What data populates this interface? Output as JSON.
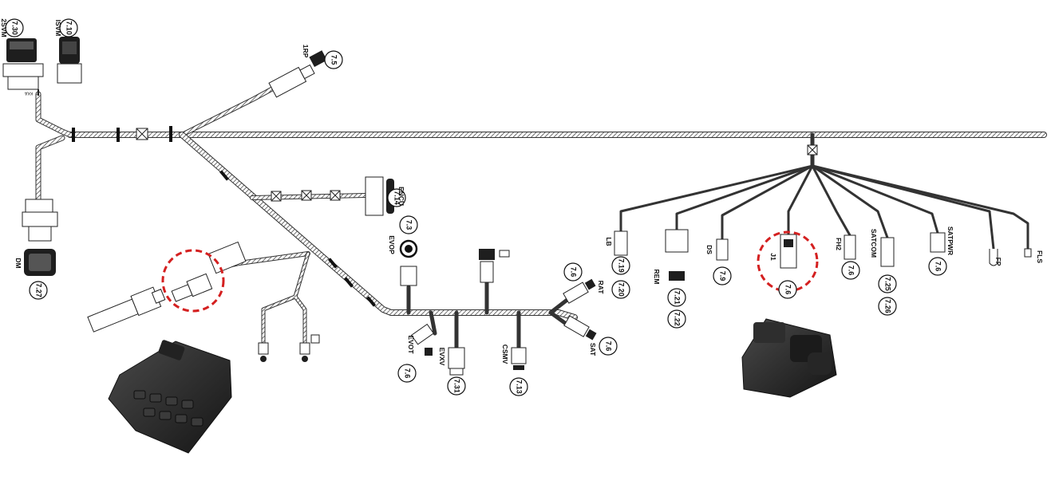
{
  "diagram": {
    "connector_labels": {
      "svm2": "2SVM",
      "isvm": "ISVM",
      "kka": "KKA",
      "irp": "1RP",
      "dm": "DM",
      "encu": "ENCU",
      "evop": "EVOP",
      "evot": "EVOT",
      "evxv": "EVXV",
      "csmv": "CSMV",
      "rat": "RAT",
      "sat": "SAT",
      "lb": "LB",
      "rem": "REM",
      "ds": "DS",
      "j1": "J1",
      "fh2": "FH2",
      "satcom": "SATCOM",
      "satpwr": "SATPWR",
      "fp": "FP",
      "fls": "FLS"
    },
    "section_refs": {
      "svm2": "7.30",
      "isvm": "7.10",
      "irp": "7.5",
      "dm": "7.27",
      "encu": "7.14",
      "evop": "7.3",
      "rat": "7.6",
      "sat": "7.6",
      "evot": "7.6",
      "evxv": "7.31",
      "csmv": "7.13",
      "lb_a": "7.19",
      "lb_b": "7.20",
      "rem_a": "7.21",
      "rem_b": "7.22",
      "ds": "7.9",
      "j1": "7.6",
      "fh2": "7.6",
      "satcom_a": "7.25",
      "satcom_b": "7.26",
      "satpwr": "7.6"
    },
    "highlight_color": "#d42020",
    "harness_color": "#3a3a3a",
    "connector_fill": "#1e1e1e"
  }
}
